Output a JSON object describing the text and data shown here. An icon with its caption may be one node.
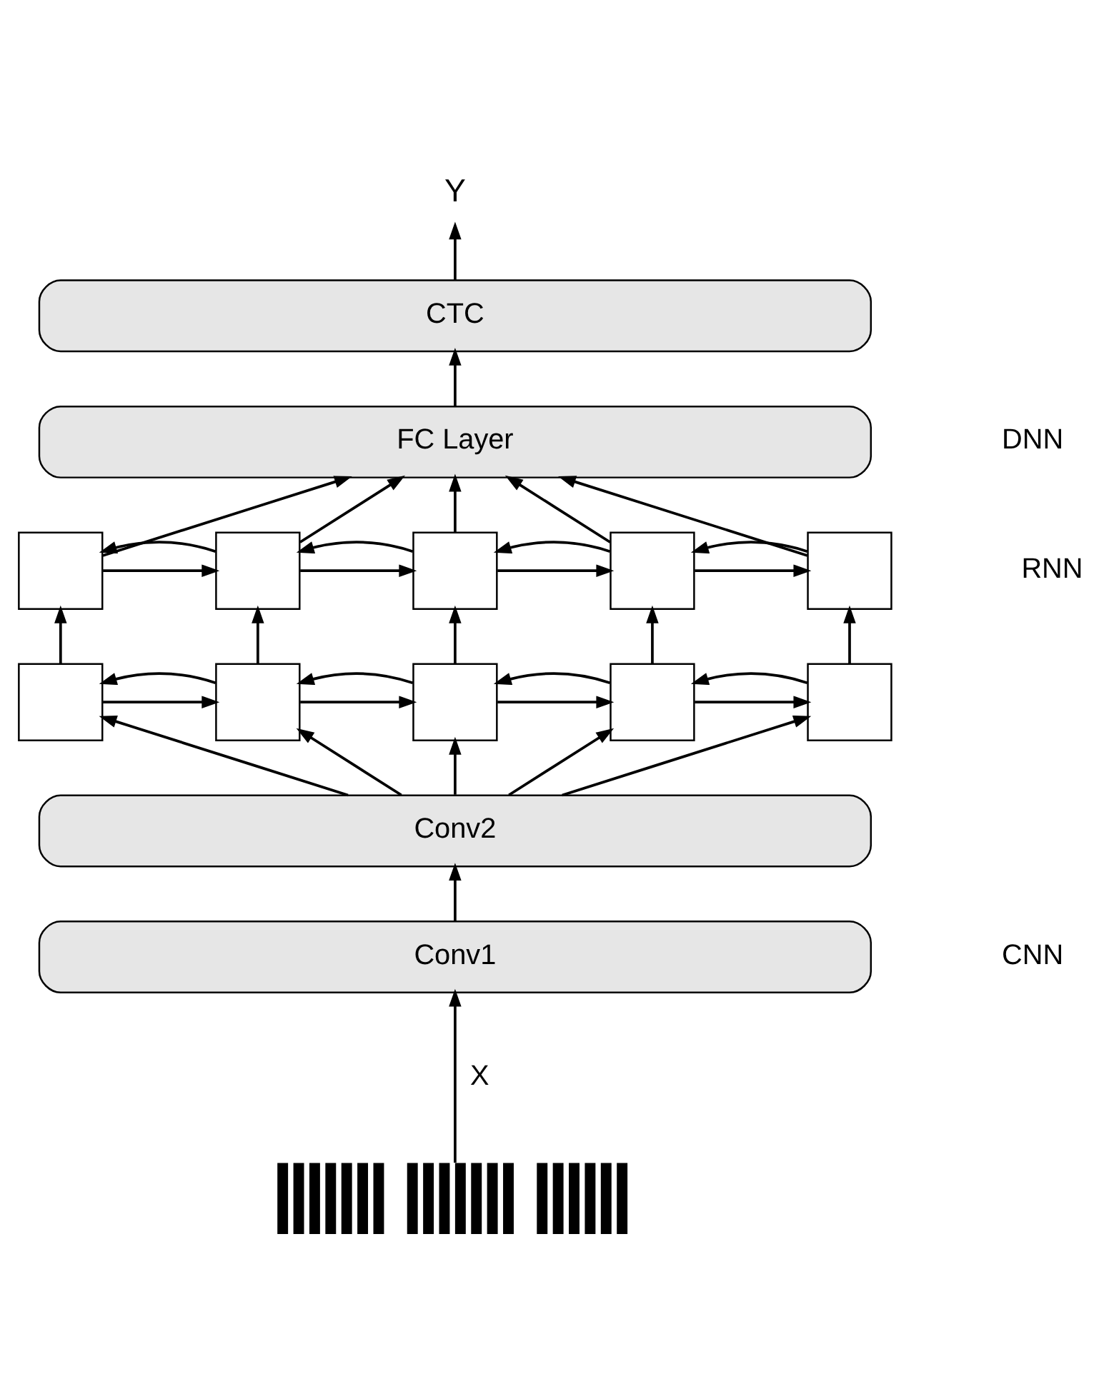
{
  "diagram": {
    "nodes": [
      {
        "text": [
          "Y"
        ]
      },
      {
        "text": [
          "CTC"
        ]
      },
      {
        "text": [
          "FC Layer"
        ]
      },
      {
        "text": [],
        "shape": "box"
      },
      {
        "text": [],
        "shape": "box"
      },
      {
        "text": [],
        "shape": "box"
      },
      {
        "text": [],
        "shape": "box"
      },
      {
        "text": [],
        "shape": "box"
      },
      {
        "text": [],
        "shape": "box"
      },
      {
        "text": [],
        "shape": "box"
      },
      {
        "text": [],
        "shape": "box"
      },
      {
        "text": [],
        "shape": "box"
      },
      {
        "text": [],
        "shape": "box"
      },
      {
        "text": [
          "Conv2"
        ]
      },
      {
        "text": [
          "Conv1"
        ]
      },
      {
        "text": [],
        "shape": "picture"
      }
    ],
    "edges": [
      {
        "from": 15,
        "to": 14,
        "arrow": "to",
        "label": "X"
      },
      {
        "from": 14,
        "to": 13,
        "arrow": "to"
      },
      {
        "from": 13,
        "to": 8,
        "arrow": "to"
      },
      {
        "from": 13,
        "to": 9,
        "arrow": "to"
      },
      {
        "from": 13,
        "to": 10,
        "arrow": "to"
      },
      {
        "from": 13,
        "to": 11,
        "arrow": "to"
      },
      {
        "from": 13,
        "to": 12,
        "arrow": "to"
      },
      {
        "from": 8,
        "to": 3,
        "arrow": "to"
      },
      {
        "from": 9,
        "to": 4,
        "arrow": "to"
      },
      {
        "from": 10,
        "to": 5,
        "arrow": "to"
      },
      {
        "from": 11,
        "to": 6,
        "arrow": "to"
      },
      {
        "from": 12,
        "to": 7,
        "arrow": "to"
      },
      {
        "from": 3,
        "to": 2,
        "arrow": "to"
      },
      {
        "from": 4,
        "to": 2,
        "arrow": "to"
      },
      {
        "from": 5,
        "to": 2,
        "arrow": "to"
      },
      {
        "from": 6,
        "to": 2,
        "arrow": "to"
      },
      {
        "from": 7,
        "to": 2,
        "arrow": "to"
      },
      {
        "from": 2,
        "to": 1,
        "arrow": "to"
      },
      {
        "from": 1,
        "to": 0,
        "arrow": "to"
      },
      {
        "from": 3,
        "to": 4,
        "arrow": "to"
      },
      {
        "from": 4,
        "to": 3,
        "arrow": "to"
      },
      {
        "from": 4,
        "to": 5,
        "arrow": "to"
      },
      {
        "from": 5,
        "to": 4,
        "arrow": "to"
      },
      {
        "from": 5,
        "to": 6,
        "arrow": "to"
      },
      {
        "from": 6,
        "to": 5,
        "arrow": "to"
      },
      {
        "from": 6,
        "to": 7,
        "arrow": "to"
      },
      {
        "from": 7,
        "to": 6,
        "arrow": "to"
      },
      {
        "from": 8,
        "to": 9,
        "arrow": "to"
      },
      {
        "from": 9,
        "to": 8,
        "arrow": "to"
      },
      {
        "from": 9,
        "to": 10,
        "arrow": "to"
      },
      {
        "from": 10,
        "to": 9,
        "arrow": "to"
      },
      {
        "from": 10,
        "to": 11,
        "arrow": "to"
      },
      {
        "from": 11,
        "to": 10,
        "arrow": "to"
      },
      {
        "from": 11,
        "to": 12,
        "arrow": "to"
      },
      {
        "from": 12,
        "to": 11,
        "arrow": "to"
      }
    ],
    "labels": [
      "DNN",
      "RNN",
      "CNN"
    ]
  }
}
